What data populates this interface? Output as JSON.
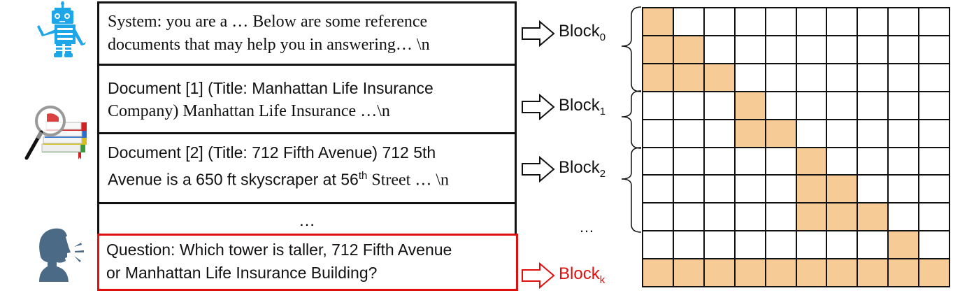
{
  "icons": {
    "system": "robot-icon",
    "retrieval": "books-magnifier-icon",
    "user": "speaking-person-icon"
  },
  "segments": {
    "system": {
      "line1": "System: you are a … Below are some reference",
      "line2": "documents that may help you in answering… \\n"
    },
    "doc1": {
      "line1": "Document [1] (Title: Manhattan Life Insurance",
      "line2": "Company) Manhattan Life Insurance …\\n"
    },
    "doc2": {
      "line1": "Document [2] (Title: 712 Fifth Avenue)  712 5th",
      "line2_a": "Avenue is a 650 ft skyscraper at 56",
      "line2_sup": "th",
      "line2_b": " Street … \\n"
    },
    "ellipsis": "…",
    "question": {
      "line1": "Question: Which tower is taller, 712 Fifth Avenue",
      "line2": "or Manhattan Life Insurance Building?"
    }
  },
  "blocks": [
    {
      "name": "Block",
      "sub": "0",
      "color": "#111111"
    },
    {
      "name": "Block",
      "sub": "1",
      "color": "#111111"
    },
    {
      "name": "Block",
      "sub": "2",
      "color": "#111111"
    },
    {
      "name": "Block",
      "sub": "k",
      "color": "#e01010"
    }
  ],
  "blocks_ellipsis": "…",
  "colors": {
    "attention_fill": "#f7cb96",
    "question_border": "#e01010",
    "robot": "#1ea7e8",
    "person": "#4a6a86"
  },
  "attention_mask": {
    "rows": 10,
    "cols": 10,
    "cells": [
      [
        1,
        0,
        0,
        0,
        0,
        0,
        0,
        0,
        0,
        0
      ],
      [
        1,
        1,
        0,
        0,
        0,
        0,
        0,
        0,
        0,
        0
      ],
      [
        1,
        1,
        1,
        0,
        0,
        0,
        0,
        0,
        0,
        0
      ],
      [
        0,
        0,
        0,
        1,
        0,
        0,
        0,
        0,
        0,
        0
      ],
      [
        0,
        0,
        0,
        1,
        1,
        0,
        0,
        0,
        0,
        0
      ],
      [
        0,
        0,
        0,
        0,
        0,
        1,
        0,
        0,
        0,
        0
      ],
      [
        0,
        0,
        0,
        0,
        0,
        1,
        1,
        0,
        0,
        0
      ],
      [
        0,
        0,
        0,
        0,
        0,
        1,
        1,
        1,
        0,
        0
      ],
      [
        0,
        0,
        0,
        0,
        0,
        0,
        0,
        0,
        1,
        0
      ],
      [
        1,
        1,
        1,
        1,
        1,
        1,
        1,
        1,
        1,
        1
      ]
    ]
  }
}
